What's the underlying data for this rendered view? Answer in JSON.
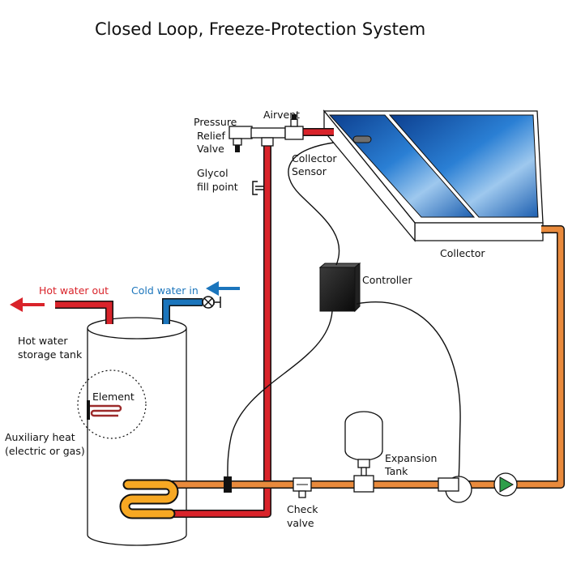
{
  "title": "Closed Loop, Freeze-Protection System",
  "labels": {
    "airvent": "Airvent",
    "pressure_relief_1": "Pressure",
    "pressure_relief_2": "Relief",
    "pressure_relief_3": "Valve",
    "collector_sensor_1": "Collector",
    "collector_sensor_2": "Sensor",
    "glycol_1": "Glycol",
    "glycol_2": "fill point",
    "collector": "Collector",
    "controller": "Controller",
    "hot_water_out": "Hot water out",
    "cold_water_in": "Cold water in",
    "tank_1": "Hot water",
    "tank_2": "storage tank",
    "element": "Element",
    "aux_1": "Auxiliary heat",
    "aux_2": "(electric or gas)",
    "expansion_1": "Expansion",
    "expansion_2": "Tank",
    "check_1": "Check",
    "check_2": "valve"
  },
  "colors": {
    "hot_pipe": "#d9232a",
    "cold_pipe": "#1b75bc",
    "loop_pipe": "#e98a3c",
    "coil": "#f7a823",
    "panel": "#1f6fc4",
    "pump": "#2e9e4a",
    "controller": "#1a1a1a"
  }
}
